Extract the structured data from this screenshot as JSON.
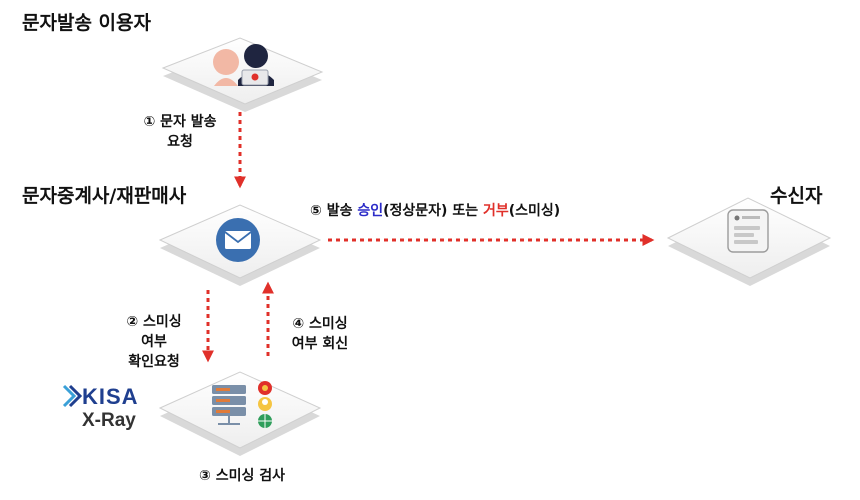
{
  "nodes": {
    "sender_title": "문자발송 이용자",
    "relay_title": "문자중계사/재판매사",
    "receiver_title": "수신자"
  },
  "steps": {
    "s1_line1": "① 문자 발송",
    "s1_line2": "요청",
    "s2_line1": "② 스미싱",
    "s2_line2": "여부",
    "s2_line3": "확인요청",
    "s3": "③ 스미싱 검사",
    "s4_line1": "④ 스미싱",
    "s4_line2": "여부 회신",
    "s5_prefix": "⑤ 발송 ",
    "s5_approve": "승인",
    "s5_mid": "(정상문자) 또는 ",
    "s5_reject": "거부",
    "s5_suffix": "(스미싱)"
  },
  "logo": {
    "kisa": "KISA",
    "xray": "X-Ray"
  },
  "colors": {
    "arrow": "#e0302a",
    "approve": "#2b2bc8",
    "reject": "#e0302a",
    "mail": "#3a6fb0"
  },
  "icons": [
    "hacker-icon",
    "mail-icon",
    "phone-icon",
    "server-icon",
    "virus-icon",
    "person-icon",
    "globe-icon"
  ]
}
